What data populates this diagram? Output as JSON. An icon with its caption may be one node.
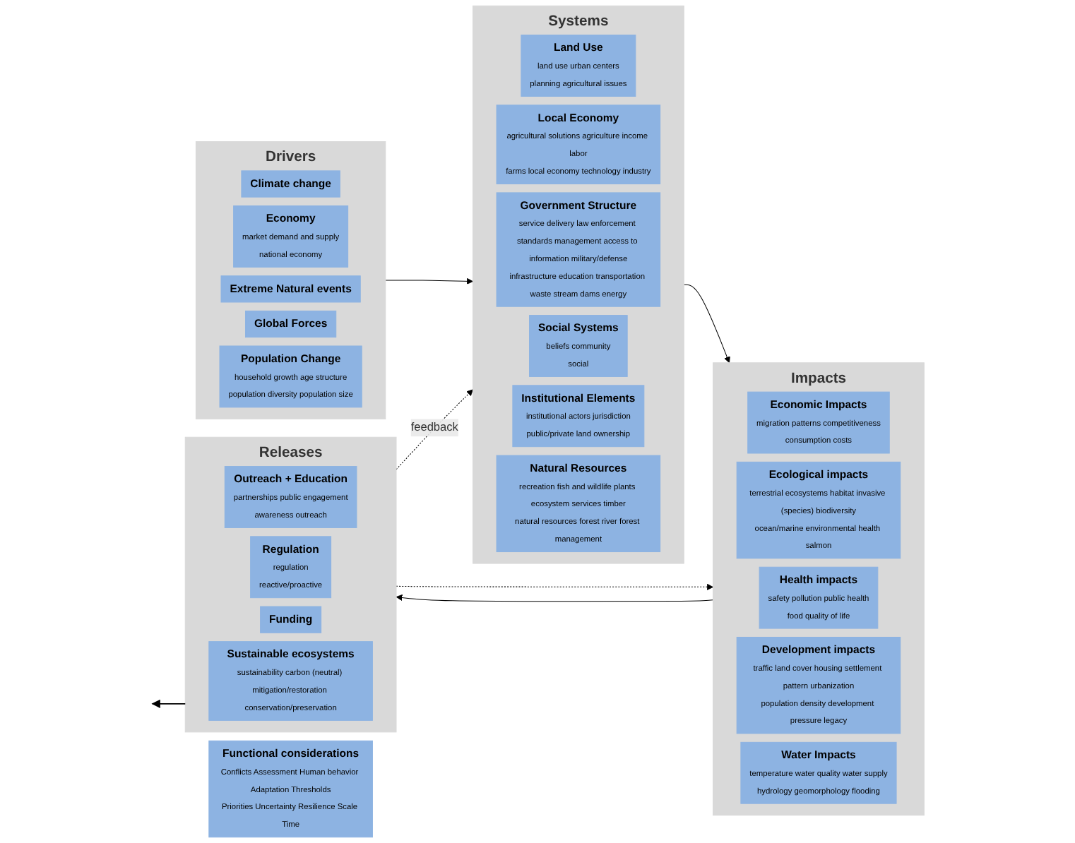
{
  "diagram": {
    "nodes": [
      {
        "text": [
          "Drivers"
        ]
      },
      {
        "text": [
          "Climate change"
        ],
        "in": 0
      },
      {
        "text": [
          "Economy",
          "market demand and supply",
          "national economy"
        ],
        "in": 0
      },
      {
        "text": [
          "Extreme Natural events"
        ],
        "in": 0
      },
      {
        "text": [
          "Global Forces"
        ],
        "in": 0
      },
      {
        "text": [
          "Population Change",
          "household growth age structure",
          "population diversity population size"
        ],
        "in": 0
      },
      {
        "text": [
          "Systems"
        ]
      },
      {
        "text": [
          "Land Use",
          "land use urban centers",
          "planning agricultural issues"
        ],
        "in": 6
      },
      {
        "text": [
          "Local Economy",
          "agricultural solutions agriculture income labor",
          "farms local economy technology industry"
        ],
        "in": 6
      },
      {
        "text": [
          "Government Structure",
          "service delivery law enforcement standards management access to information military/defense",
          "infrastructure education transportation waste stream dams energy"
        ],
        "in": 6
      },
      {
        "text": [
          "Social Systems",
          "beliefs community",
          "social"
        ],
        "in": 6
      },
      {
        "text": [
          "Institutional Elements",
          "institutional actors jurisdiction",
          "public/private land ownership"
        ],
        "in": 6
      },
      {
        "text": [
          "Natural Resources",
          "recreation fish and wildlife plants ecosystem services timber",
          "natural resources forest river forest management"
        ],
        "in": 6
      },
      {
        "text": [
          "Impacts"
        ]
      },
      {
        "text": [
          "Economic Impacts",
          "migration patterns competitiveness",
          "consumption costs"
        ],
        "in": 13
      },
      {
        "text": [
          "Ecological impacts",
          "terrestrial ecosystems habitat invasive (species) biodiversity",
          "ocean/marine environmental health salmon"
        ],
        "in": 13
      },
      {
        "text": [
          "Health impacts",
          "safety pollution public health",
          "food quality of life"
        ],
        "in": 13
      },
      {
        "text": [
          "Development impacts",
          "traffic land cover housing settlement pattern urbanization",
          "population density development pressure legacy"
        ],
        "in": 13
      },
      {
        "text": [
          "Water Impacts",
          "temperature water quality water supply",
          "hydrology geomorphology flooding"
        ],
        "in": 13
      },
      {
        "text": [
          "Releases"
        ]
      },
      {
        "text": [
          "Outreach + Education",
          "partnerships public engagement",
          "awareness outreach"
        ],
        "in": 19
      },
      {
        "text": [
          "Regulation",
          "regulation",
          "reactive/proactive"
        ],
        "in": 19
      },
      {
        "text": [
          "Funding"
        ],
        "in": 19
      },
      {
        "text": [
          "Sustainable ecosystems",
          "sustainability carbon (neutral) mitigation/restoration conservation/preservation"
        ],
        "in": 19
      },
      {
        "text": [
          "Functional considerations",
          "Conflicts Assessment Human behavior Adaptation Thresholds",
          "Priorities Uncertainty Resilience Scale Time"
        ]
      }
    ],
    "edges": [
      {
        "from": 0,
        "to": 6,
        "arrow": "to"
      },
      {
        "from": 6,
        "to": 13,
        "arrow": "to"
      },
      {
        "from": 13,
        "to": 19,
        "arrow": "to"
      },
      {
        "from": 19,
        "to": null,
        "arrow": "to"
      },
      {
        "from": 19,
        "to": 13,
        "arrow": "to",
        "style": "dashed"
      },
      {
        "from": 19,
        "to": 6,
        "label": "feedback",
        "arrow": "to",
        "style": "dashed"
      }
    ]
  }
}
